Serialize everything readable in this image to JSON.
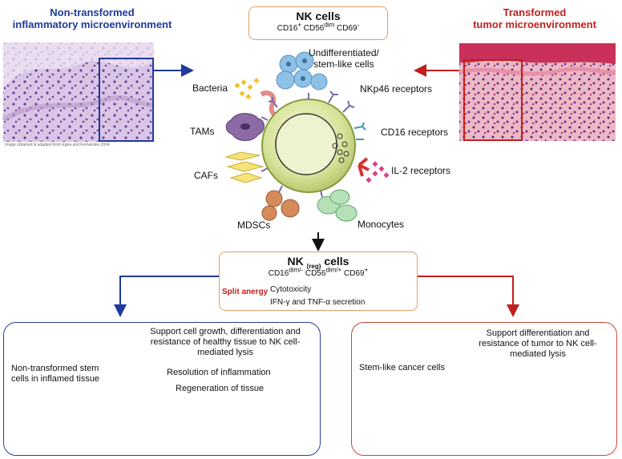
{
  "left_title": {
    "line1": "Non-transformed",
    "line2": "inflammatory microenvironment"
  },
  "right_title": {
    "line1": "Transformed",
    "line2": "tumor microenvironment"
  },
  "top_box": {
    "title": "NK cells",
    "m1": "CD16",
    "s1": "+",
    "m2": " CD56",
    "s2": "dim",
    "m3": " CD69",
    "s3": "-"
  },
  "image_credit": "Image obtained & adapted from Egea and Fernandes 2004",
  "labels": {
    "undiff": "Undifferentiated/",
    "undiff2": "stem-like cells",
    "nkp46": "NKp46 receptors",
    "bacteria": "Bacteria",
    "cd16": "CD16 receptors",
    "tams": "TAMs",
    "cafs": "CAFs",
    "il2": "IL-2 receptors",
    "mdscs": "MDSCs",
    "monocytes": "Monocytes"
  },
  "mid_box": {
    "title_a": "NK ",
    "title_sub": "(reg)",
    "title_b": " cells",
    "m1": "CD16",
    "s1": "dim/-",
    "m2": " CD56",
    "s2": "dim/+",
    "m3": " CD69",
    "s3": "+",
    "split": "Split anergy",
    "effect1": "Cytotoxicity",
    "effect2": "IFN-γ and TNF-α secretion"
  },
  "left_panel": {
    "support": "Support cell growth, differentiation and resistance of healthy tissue to NK cell-mediated lysis",
    "stem1": "Non-transformed stem",
    "stem2": "cells in inflamed tissue",
    "resolution": "Resolution of inflammation",
    "regeneration": "Regeneration of tissue"
  },
  "right_panel": {
    "support": "Support differentiation and resistance of tumor to NK cell-mediated lysis",
    "stem": "Stem-like cancer cells"
  },
  "colors": {
    "blue": "#2a3f9c",
    "red": "#c0201e",
    "orange_border": "#e0a06a"
  }
}
